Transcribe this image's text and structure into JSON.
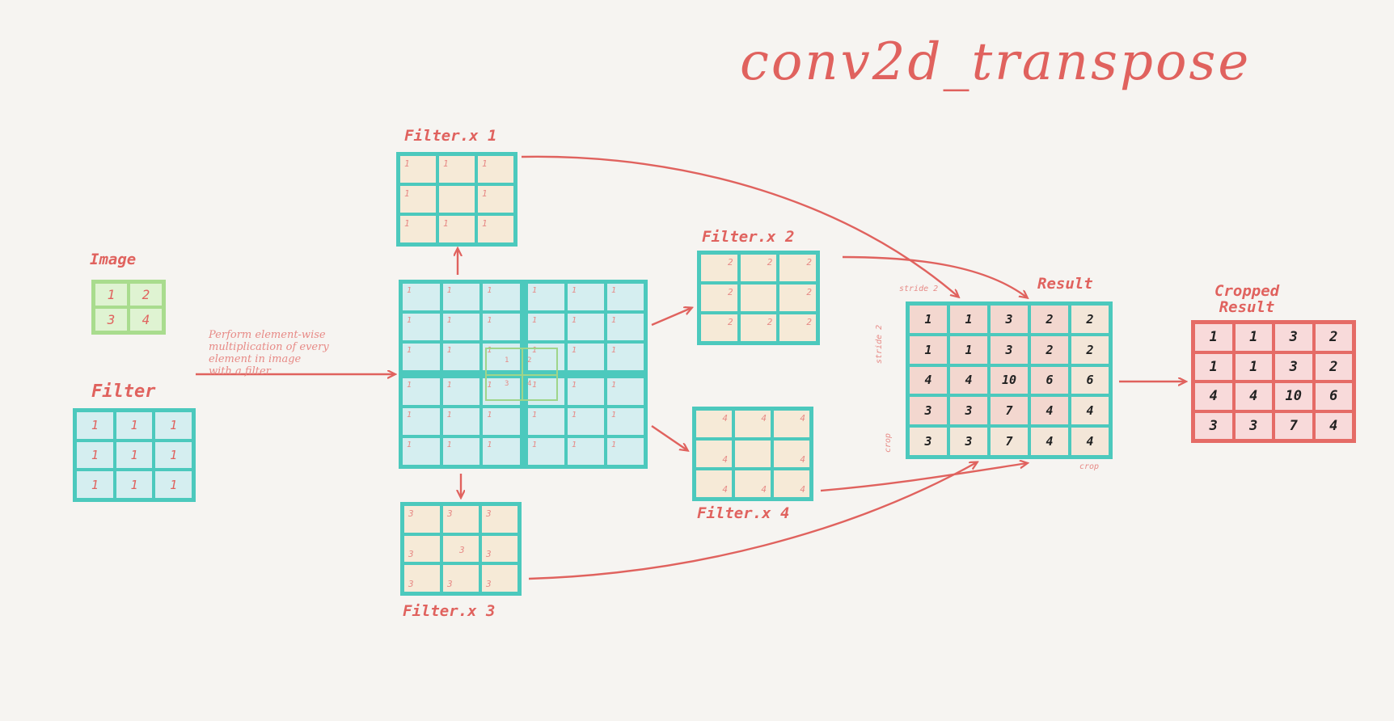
{
  "title": "conv2d_transpose",
  "image": {
    "label": "Image",
    "cells": [
      [
        "1",
        "2"
      ],
      [
        "3",
        "4"
      ]
    ]
  },
  "filter": {
    "label": "Filter",
    "cells": [
      [
        "1",
        "1",
        "1"
      ],
      [
        "1",
        "1",
        "1"
      ],
      [
        "1",
        "1",
        "1"
      ]
    ]
  },
  "instruction": "Perform element-wise\nmultiplication of every\nelement in image\nwith a filter",
  "scaled_filters": [
    {
      "label": "Filter.x 1",
      "value": "1"
    },
    {
      "label": "Filter.x 2",
      "value": "2"
    },
    {
      "label": "Filter.x 3",
      "value": "3"
    },
    {
      "label": "Filter.x 4",
      "value": "4"
    }
  ],
  "result": {
    "label": "Result",
    "cells": [
      [
        "1",
        "1",
        "3",
        "2",
        "2"
      ],
      [
        "1",
        "1",
        "3",
        "2",
        "2"
      ],
      [
        "4",
        "4",
        "10",
        "6",
        "6"
      ],
      [
        "3",
        "3",
        "7",
        "4",
        "4"
      ],
      [
        "3",
        "3",
        "7",
        "4",
        "4"
      ]
    ],
    "stride_label": "stride 2",
    "crop_label": "crop"
  },
  "cropped": {
    "label": "Cropped\nResult",
    "cells": [
      [
        "1",
        "1",
        "3",
        "2"
      ],
      [
        "1",
        "1",
        "3",
        "2"
      ],
      [
        "4",
        "4",
        "10",
        "6"
      ],
      [
        "3",
        "3",
        "7",
        "4"
      ]
    ]
  },
  "colors": {
    "accent": "#e0625e",
    "teal": "#4cc9bd",
    "green": "#a9dc8e",
    "crop_red": "#e56b66"
  }
}
